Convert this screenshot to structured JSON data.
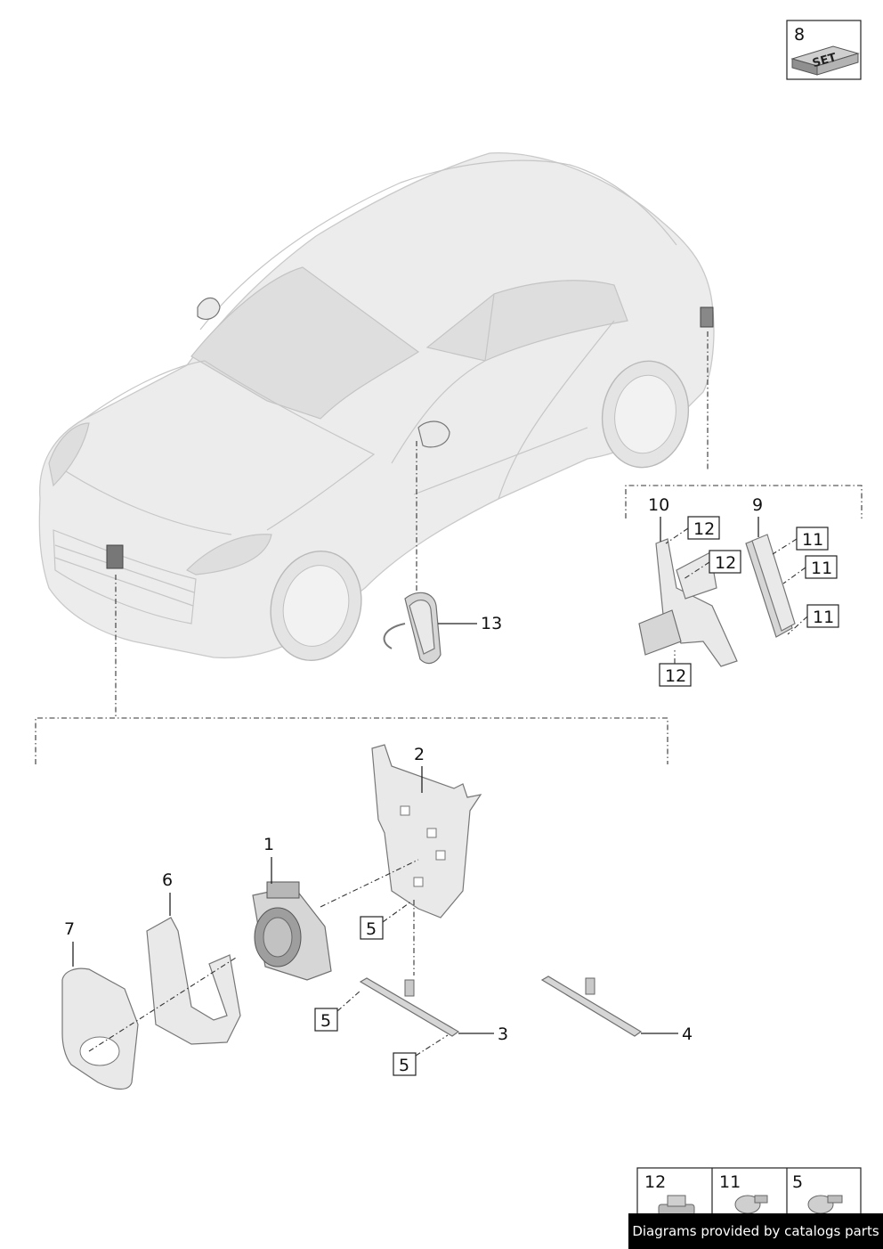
{
  "set_box": {
    "number": "8",
    "label": "SET"
  },
  "callouts": {
    "c1": "1",
    "c2": "2",
    "c3": "3",
    "c4": "4",
    "c6": "6",
    "c7": "7",
    "c9": "9",
    "c10": "10",
    "c13": "13"
  },
  "boxed_refs": {
    "r12a": "12",
    "r12b": "12",
    "r12c": "12",
    "r11a": "11",
    "r11b": "11",
    "r11c": "11",
    "r5a": "5",
    "r5b": "5",
    "r5c": "5"
  },
  "fastener_legend": [
    {
      "number": "12"
    },
    {
      "number": "11"
    },
    {
      "number": "5"
    }
  ],
  "footer": {
    "text": "Diagrams provided by catalogs parts"
  }
}
